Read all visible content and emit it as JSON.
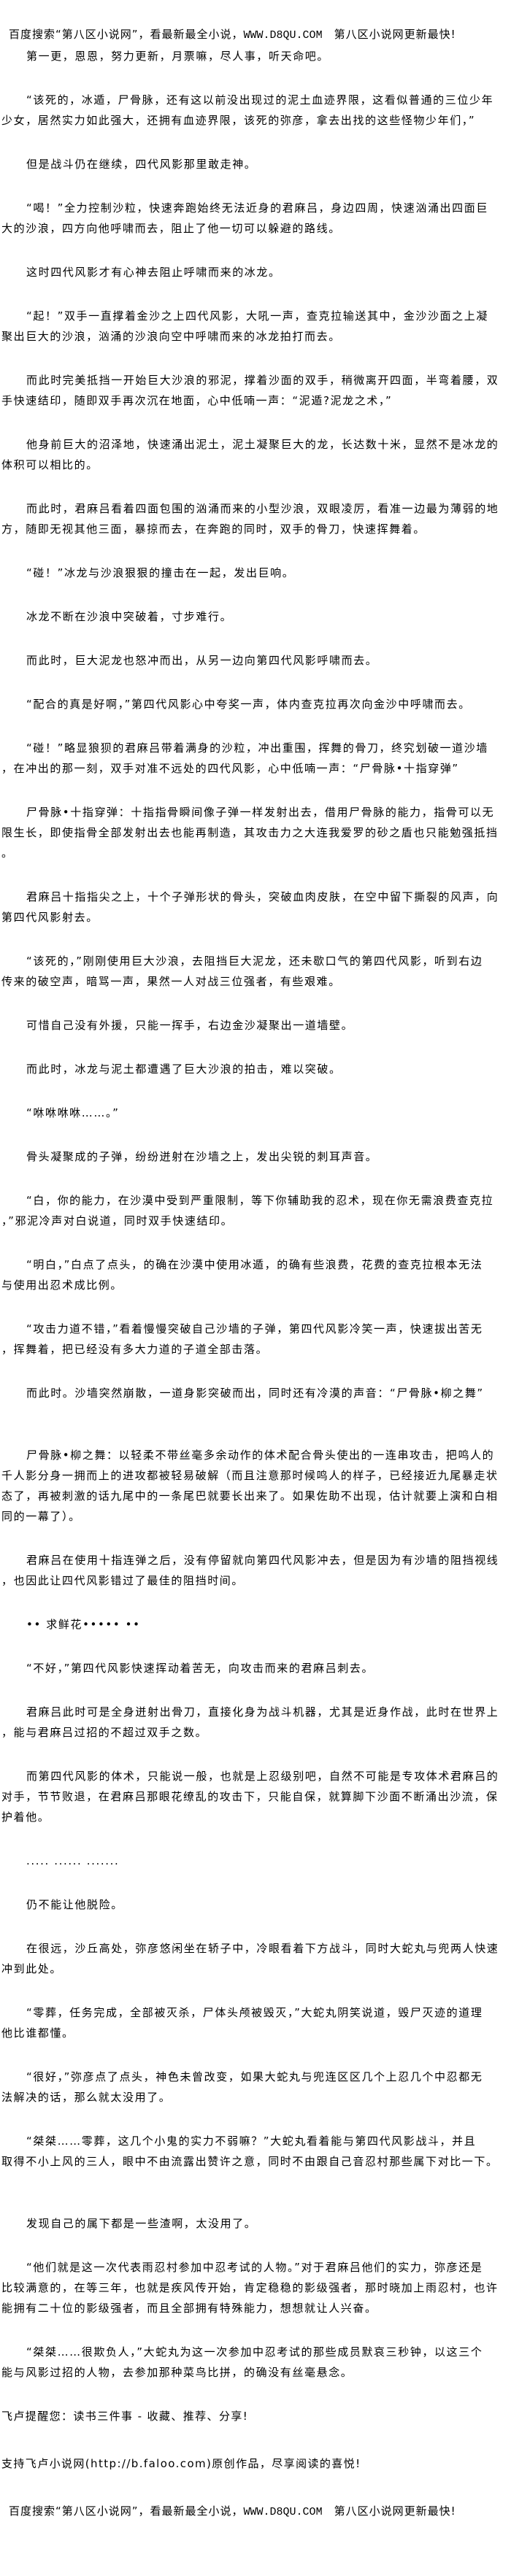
{
  "banner": {
    "prefix": "百度搜索“第八区小说网”，看最新最全小说，",
    "url": "WWW.D8QU.COM",
    "suffix": "　第八区小说网更新最快!"
  },
  "author_note": "第一更，恩恩，努力更新，月票嘛，尽人事，听天命吧。",
  "paragraphs": [
    {
      "lines": [
        "“该死的，冰遁，尸骨脉，还有这以前没出现过的泥土血迹界限，这看似普通的三位少年",
        "少女，居然实力如此强大，还拥有血迹界限，该死的弥彦，拿去出找的这些怪物少年们，”"
      ]
    },
    {
      "lines": [
        "但是战斗仍在继续，四代风影那里敢走神。"
      ]
    },
    {
      "lines": [
        "“喝！”全力控制沙粒，快速奔跑始终无法近身的君麻吕，身边四周，快速汹涌出四面巨",
        "大的沙浪，四方向他呼啸而去，阻止了他一切可以躲避的路线。"
      ]
    },
    {
      "lines": [
        "这时四代风影才有心神去阻止呼啸而来的冰龙。"
      ]
    },
    {
      "lines": [
        "“起！”双手一直撑着金沙之上四代风影，大吼一声，查克拉输送其中，金沙沙面之上凝",
        "聚出巨大的沙浪，汹涌的沙浪向空中呼啸而来的冰龙拍打而去。"
      ]
    },
    {
      "lines": [
        "而此时完美抵挡一开始巨大沙浪的邪泥，撑着沙面的双手，稍微离开四面，半弯着腰，双",
        "手快速结印，随即双手再次沉在地面，心中低喃一声：“泥遁?泥龙之术，”"
      ]
    },
    {
      "lines": [
        "他身前巨大的沼泽地，快速涌出泥土，泥土凝聚巨大的龙，长达数十米，显然不是冰龙的",
        "体积可以相比的。"
      ]
    },
    {
      "lines": [
        "而此时，君麻吕看着四面包围的汹涌而来的小型沙浪，双眼凌厉，看准一边最为薄弱的地",
        "方，随即无视其他三面，暴掠而去，在奔跑的同时，双手的骨刀，快速挥舞着。"
      ]
    },
    {
      "lines": [
        "“碰！”冰龙与沙浪狠狠的撞击在一起，发出巨响。"
      ]
    },
    {
      "lines": [
        "冰龙不断在沙浪中突破着，寸步难行。"
      ]
    },
    {
      "lines": [
        "而此时，巨大泥龙也怒冲而出，从另一边向第四代风影呼啸而去。"
      ]
    },
    {
      "lines": [
        "“配合的真是好啊，”第四代风影心中夸奖一声，体内查克拉再次向金沙中呼啸而去。"
      ]
    },
    {
      "lines": [
        "“碰！”略显狼狈的君麻吕带着满身的沙粒，冲出重围，挥舞的骨刀，终究划破一道沙墙",
        "，在冲出的那一刻，双手对准不远处的四代风影，心中低喃一声：“尸骨脉•十指穿弹”"
      ]
    },
    {
      "lines": [
        "尸骨脉•十指穿弹：十指指骨瞬间像子弹一样发射出去，借用尸骨脉的能力，指骨可以无",
        "限生长，即使指骨全部发射出去也能再制造，其攻击力之大连我爱罗的砂之盾也只能勉强抵挡",
        "。"
      ]
    },
    {
      "lines": [
        "君麻吕十指指尖之上，十个子弹形状的骨头，突破血肉皮肤，在空中留下撕裂的风声，向",
        "第四代风影射去。"
      ]
    },
    {
      "lines": [
        "“该死的，”刚刚使用巨大沙浪，去阻挡巨大泥龙，还未歇口气的第四代风影，听到右边",
        "传来的破空声，暗骂一声，果然一人对战三位强者，有些艰难。"
      ]
    },
    {
      "lines": [
        "可惜自己没有外援，只能一挥手，右边金沙凝聚出一道墙壁。"
      ]
    },
    {
      "lines": [
        "而此时，冰龙与泥土都遭遇了巨大沙浪的拍击，难以突破。"
      ]
    },
    {
      "lines": [
        "“咻咻咻咻……。”"
      ]
    },
    {
      "lines": [
        "骨头凝聚成的子弹，纷纷迸射在沙墙之上，发出尖锐的刺耳声音。"
      ]
    },
    {
      "lines": [
        "“白，你的能力，在沙漠中受到严重限制，等下你辅助我的忍术，现在你无需浪费查克拉",
        "，”邪泥冷声对白说道，同时双手快速结印。"
      ]
    },
    {
      "lines": [
        "“明白，”白点了点头，的确在沙漠中使用冰遁，的确有些浪费，花费的查克拉根本无法",
        "与使用出忍术成比例。"
      ]
    },
    {
      "lines": [
        "“攻击力道不错，”看着慢慢突破自己沙墙的子弹，第四代风影冷笑一声，快速拔出苦无",
        "，挥舞着，把已经没有多大力道的子道全部击落。"
      ]
    },
    {
      "lines": [
        "而此时。沙墙突然崩散，一道身影突破而出，同时还有冷漠的声音：“尸骨脉•柳之舞”"
      ],
      "gap": "big"
    },
    {
      "lines": [
        "尸骨脉•柳之舞：以轻柔不带丝毫多余动作的体术配合骨头使出的一连串攻击，把鸣人的",
        "千人影分身一拥而上的进攻都被轻易破解（而且注意那时候鸣人的样子，已经接近九尾暴走状",
        "态了，再被刺激的话九尾中的一条尾巴就要长出来了。如果佐助不出现，估计就要上演和白相",
        "同的一幕了）。"
      ]
    },
    {
      "lines": [
        "君麻吕在使用十指连弹之后，没有停留就向第四代风影冲去，但是因为有沙墙的阻挡视线",
        "，也因此让四代风影错过了最佳的阻挡时间。"
      ]
    },
    {
      "lines": [
        "•• 求鲜花••••• ••"
      ]
    },
    {
      "lines": [
        "“不好，”第四代风影快速挥动着苦无，向攻击而来的君麻吕刺去。"
      ]
    },
    {
      "lines": [
        "君麻吕此时可是全身迸射出骨刀，直接化身为战斗机器，尤其是近身作战，此时在世界上",
        "，能与君麻吕过招的不超过双手之数。"
      ]
    },
    {
      "lines": [
        "而第四代风影的体术，只能说一般，也就是上忍级别吧，自然不可能是专攻体术君麻吕的",
        "对手，节节败退，在君麻吕那眼花缭乱的攻击下，只能自保，就算脚下沙面不断涌出沙流，保",
        "护着他。"
      ]
    },
    {
      "lines": [
        "..... ...... ......."
      ]
    },
    {
      "lines": [
        "仍不能让他脱险。"
      ]
    },
    {
      "lines": [
        "在很远，沙丘高处，弥彦悠闲坐在轿子中，冷眼看着下方战斗，同时大蛇丸与兜两人快速",
        "冲到此处。"
      ]
    },
    {
      "lines": [
        "“零葬，任务完成，全部被灭杀，尸体头颅被毁灭，”大蛇丸阴笑说道，毁尸灭迹的道理",
        "他比谁都懂。"
      ]
    },
    {
      "lines": [
        "“很好，”弥彦点了点头，神色未曾改变，如果大蛇丸与兜连区区几个上忍几个中忍都无",
        "法解决的话，那么就太没用了。"
      ]
    },
    {
      "lines": [
        "“桀桀……零葬，这几个小鬼的实力不弱嘛？”大蛇丸看着能与第四代风影战斗，并且",
        "取得不小上风的三人，眼中不由流露出赞许之意，同时不由跟自己音忍村那些属下对比一下。"
      ],
      "gap": "big"
    },
    {
      "lines": [
        "发现自己的属下都是一些渣啊，太没用了。"
      ]
    },
    {
      "lines": [
        "“他们就是这一次代表雨忍村参加中忍考试的人物。”对于君麻吕他们的实力，弥彦还是",
        "比较满意的，在等三年，也就是疾风传开始，肯定稳稳的影级强者，那时晓加上雨忍村，也许",
        "能拥有二十位的影级强者，而且全部拥有特殊能力，想想就让人兴奋。"
      ]
    },
    {
      "lines": [
        "“桀桀……很欺负人，”大蛇丸为这一次参加中忍考试的那些成员默哀三秒钟，以这三个",
        "能与风影过招的人物，去参加那种菜鸟比拼，的确没有丝毫悬念。"
      ]
    }
  ],
  "footer": {
    "reminder": "飞卢提醒您：读书三件事 - 收藏、推荐、分享!",
    "support": "支持飞卢小说网(http://b.faloo.com)原创作品，尽享阅读的喜悦!"
  }
}
